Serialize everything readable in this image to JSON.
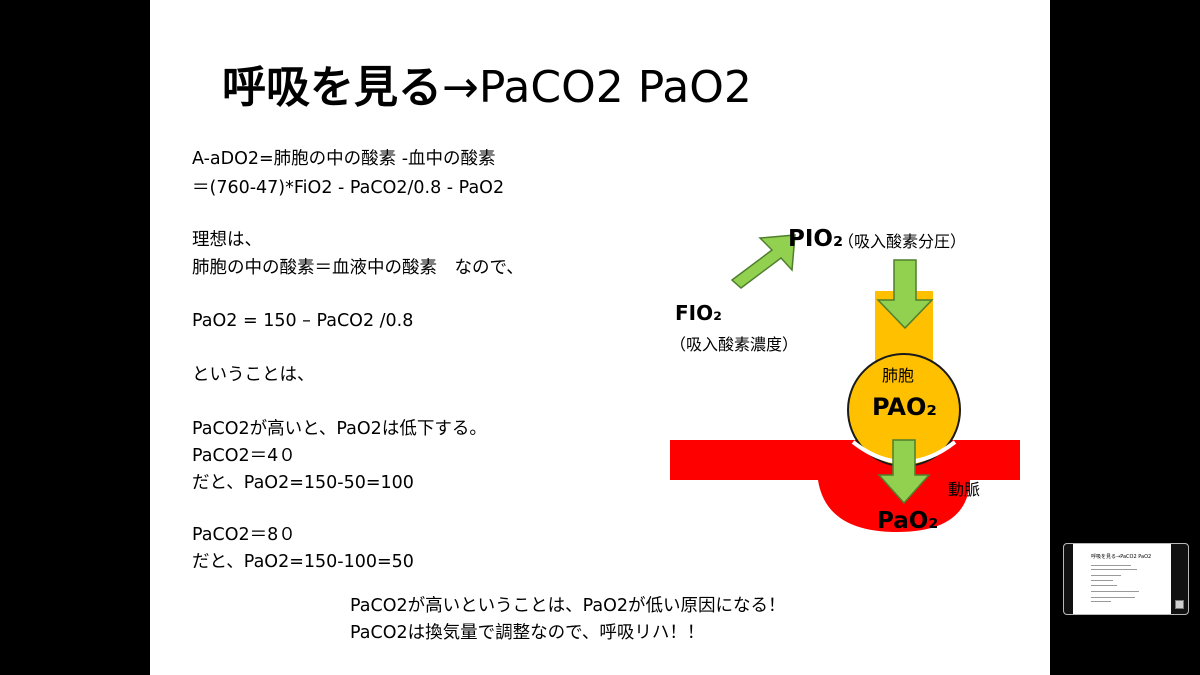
{
  "slide": {
    "title_jp": "呼吸を見る",
    "title_en": "→PaCO2 PaO2",
    "lines": [
      "A-aDO2=肺胞の中の酸素 -血中の酸素",
      "＝(760-47)*FiO2   -   PaCO2/0.8   -   PaO2",
      "理想は、",
      "肺胞の中の酸素＝血液中の酸素　なので、",
      "PaO2 = 150 – PaCO2 /0.8",
      "ということは、",
      "PaCO2が高いと、PaO2は低下する。",
      "PaCO2＝4０",
      "だと、PaO2=150-50=100",
      "PaCO2＝8０",
      "だと、PaO2=150-100=50"
    ],
    "summary": [
      "PaCO2が高いということは、PaO2が低い原因になる！",
      "PaCO2は換気量で調整なので、呼吸リハ！！"
    ]
  },
  "diagram": {
    "pio2": "PIO₂",
    "pio2_desc": "（吸入酸素分圧）",
    "fio2": "FIO₂",
    "fio2_desc": "（吸入酸素濃度）",
    "alveolus_label": "肺胞",
    "pao2_alveolar": "PAO₂",
    "artery_label": "動脈",
    "pao2_arterial": "PaO₂"
  },
  "thumbnail": {
    "title": "呼吸を見る→PaCO2 PaO2"
  },
  "colors": {
    "arrow_green": "#92d050",
    "alveolus_orange": "#ffc000",
    "artery_red": "#ff0000",
    "background": "#000000",
    "slide": "#ffffff"
  }
}
